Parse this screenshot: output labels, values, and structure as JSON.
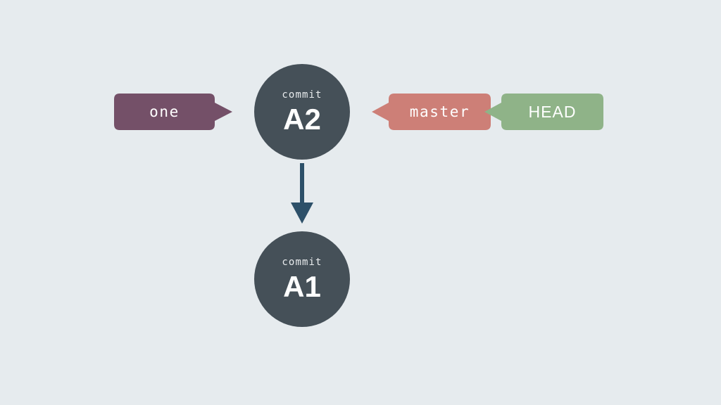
{
  "diagram": {
    "type": "git-commit-graph",
    "background_color": "#e6ebee",
    "commits": [
      {
        "id": "A2",
        "kind_label": "commit",
        "color": "#455058",
        "position": "top"
      },
      {
        "id": "A1",
        "kind_label": "commit",
        "color": "#455058",
        "position": "bottom"
      }
    ],
    "edges": [
      {
        "from": "A2",
        "to": "A1",
        "direction": "down",
        "color": "#2d5069",
        "style": "solid-arrow"
      }
    ],
    "refs": [
      {
        "name": "one",
        "kind": "tag",
        "color": "#745068",
        "points_to": "A2",
        "pointer_direction": "right"
      },
      {
        "name": "master",
        "kind": "branch",
        "color": "#cd7f77",
        "points_to": "A2",
        "pointer_direction": "left"
      },
      {
        "name": "HEAD",
        "kind": "symbolic-ref",
        "color": "#8fb388",
        "points_to": "master",
        "pointer_direction": "left"
      }
    ]
  }
}
